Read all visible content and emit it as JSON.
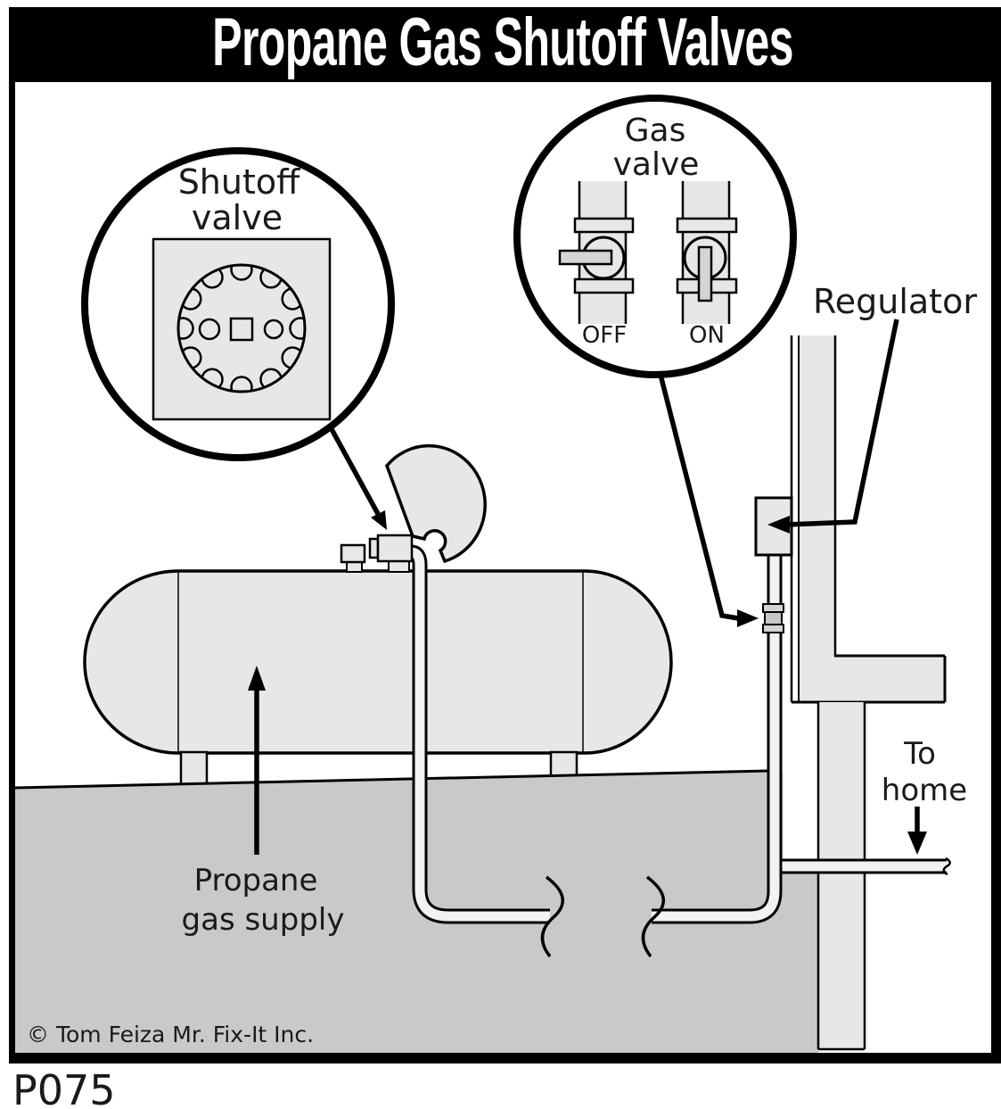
{
  "title": "Propane Gas Shutoff Valves",
  "diagram_code": "P075",
  "copyright": "© Tom Feiza Mr. Fix-It Inc.",
  "insets": {
    "shutoff": {
      "line1": "Shutoff",
      "line2": "valve"
    },
    "gas": {
      "line1": "Gas",
      "line2": "valve",
      "off_label": "OFF",
      "on_label": "ON"
    }
  },
  "labels": {
    "regulator": "Regulator",
    "to_home": {
      "line1": "To",
      "line2": "home"
    },
    "supply": {
      "line1": "Propane",
      "line2": "gas supply"
    }
  },
  "icons": {
    "arrows": [
      "up-arrow",
      "down-arrow",
      "left-arrow",
      "right-arrow",
      "diagonal-arrow"
    ],
    "pipe_break_mark": "s-squiggle"
  },
  "colors": {
    "bg": "#ffffff",
    "frame": "#000000",
    "ground": "#c9c9c9",
    "fixture": "#e7e7e7",
    "pipe": "#f2f2f2",
    "handle": "#d4d4d4",
    "fitting": "#c6c6c6",
    "ink": "#1a1a1a",
    "title_text": "#ffffff"
  }
}
